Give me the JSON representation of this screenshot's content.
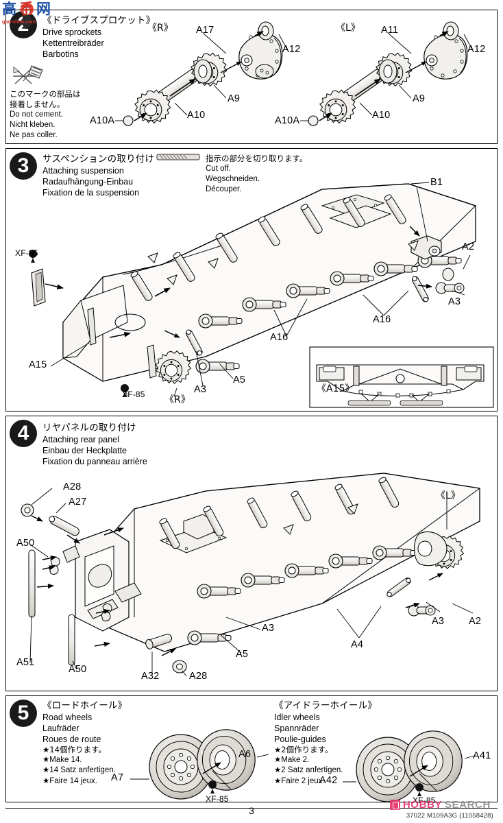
{
  "document": {
    "page_number": "3",
    "footer_code": "37022  M109A3G (11058428)"
  },
  "watermarks": {
    "top_left": {
      "char1": "高",
      "char2": "手",
      "char3": "网",
      "url": "gao-shou.com"
    },
    "bottom_right": {
      "part1": "HOBBY",
      "part2": "SEARCH"
    }
  },
  "steps": [
    {
      "number": "2",
      "title": {
        "jp": "《ドライブスプロケット》",
        "en": "Drive sprockets",
        "de": "Kettentreibräder",
        "fr": "Barbotins"
      },
      "note": {
        "jp1": "このマークの部品は",
        "jp2": "接着しません。",
        "en": "Do not cement.",
        "de": "Nicht kleben.",
        "fr": "Ne pas coller."
      },
      "side_markers": [
        "《R》",
        "《L》"
      ],
      "labels": [
        "A17",
        "A12",
        "A9",
        "A10",
        "A10A",
        "A11",
        "A12",
        "A9",
        "A10",
        "A10A"
      ]
    },
    {
      "number": "3",
      "title": {
        "jp": "サスペンションの取り付け",
        "en": "Attaching suspension",
        "de": "Radaufhängung-Einbau",
        "fr": "Fixation de la suspension"
      },
      "note": {
        "jp1": "指示の部分を切り取ります。",
        "en": "Cut off.",
        "de": "Wegschneiden.",
        "fr": "Découper."
      },
      "side_markers": [
        "《R》",
        "《A15》"
      ],
      "labels": [
        "B1",
        "A2",
        "A3",
        "A16",
        "A16",
        "A5",
        "A3",
        "A15",
        "XF-85",
        "XF-85"
      ]
    },
    {
      "number": "4",
      "title": {
        "jp": "リヤパネルの取り付け",
        "en": "Attaching rear panel",
        "de": "Einbau der Heckplatte",
        "fr": "Fixation du panneau arrière"
      },
      "side_markers": [
        "《L》"
      ],
      "labels": [
        "A28",
        "A27",
        "A50",
        "A51",
        "A50",
        "A32",
        "A28",
        "A5",
        "A3",
        "A4",
        "A3",
        "A2"
      ]
    },
    {
      "number": "5",
      "group_left": {
        "title": {
          "jp": "《ロードホイール》",
          "en": "Road wheels",
          "de": "Laufräder",
          "fr": "Roues de route"
        },
        "quantity": {
          "jp": "★14個作ります。",
          "en": "★Make 14.",
          "de": "★14 Satz anfertigen.",
          "fr": "★Faire 14 jeux."
        },
        "labels": [
          "A6",
          "A7",
          "XF-85"
        ]
      },
      "group_right": {
        "title": {
          "jp": "《アイドラーホイール》",
          "en": "Idler wheels",
          "de": "Spannräder",
          "fr": "Poulie-guides"
        },
        "quantity": {
          "jp": "★2個作ります。",
          "en": "★Make 2.",
          "de": "★2 Satz anfertigen.",
          "fr": "★Faire 2 jeux."
        },
        "labels": [
          "A41",
          "A42",
          "XF-85"
        ]
      }
    }
  ],
  "colors": {
    "ink": "#000000",
    "paper": "#ffffff",
    "part_fill": "#f2f0ed",
    "watermark_blue": "#1a4fa3",
    "watermark_red": "#d0342c",
    "hobby_pink": "#e5336b"
  }
}
